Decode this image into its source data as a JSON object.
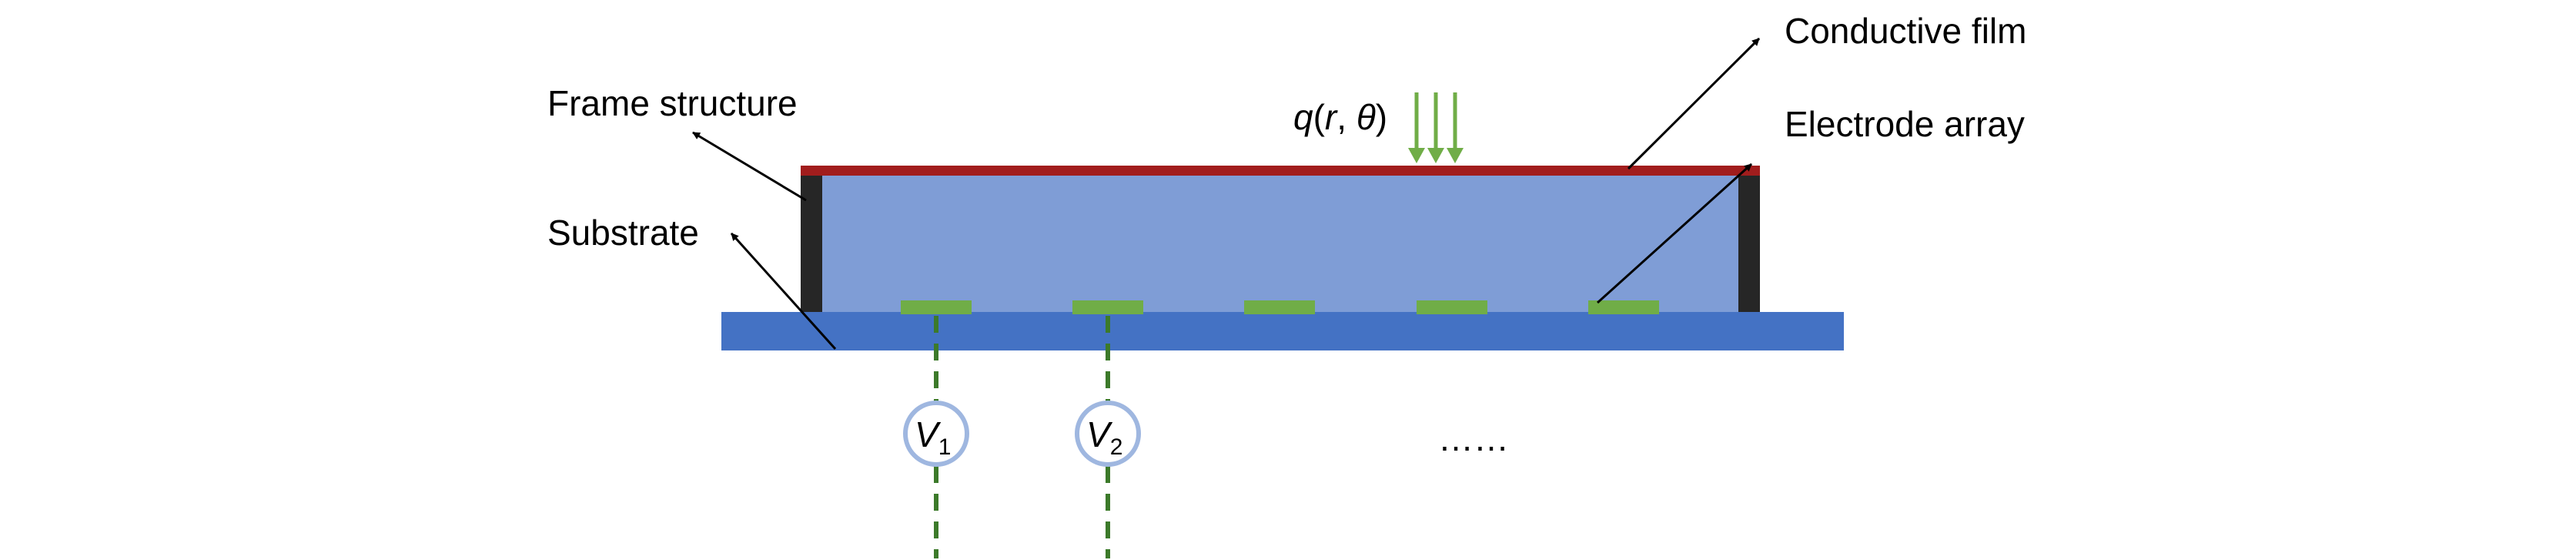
{
  "labels": {
    "conductive_film": "Conductive film",
    "frame_structure": "Frame structure",
    "electrode_array": "Electrode array",
    "substrate": "Substrate"
  },
  "load": {
    "q": "q",
    "open": "(",
    "r": "r",
    "comma": ", ",
    "theta": "θ",
    "close": ")"
  },
  "voltmeters": [
    {
      "symbol": "V",
      "subscript": "1"
    },
    {
      "symbol": "V",
      "subscript": "2"
    }
  ],
  "ellipsis": "……",
  "colors": {
    "substrate": "#4472c4",
    "cavity": "#7f9dd6",
    "film": "#a11d1d",
    "frame": "#262626",
    "electrode": "#70ad47",
    "arrow_load": "#70ad47",
    "wire": "#3c7a2a",
    "voltmeter_ring": "#9fb7e0"
  }
}
